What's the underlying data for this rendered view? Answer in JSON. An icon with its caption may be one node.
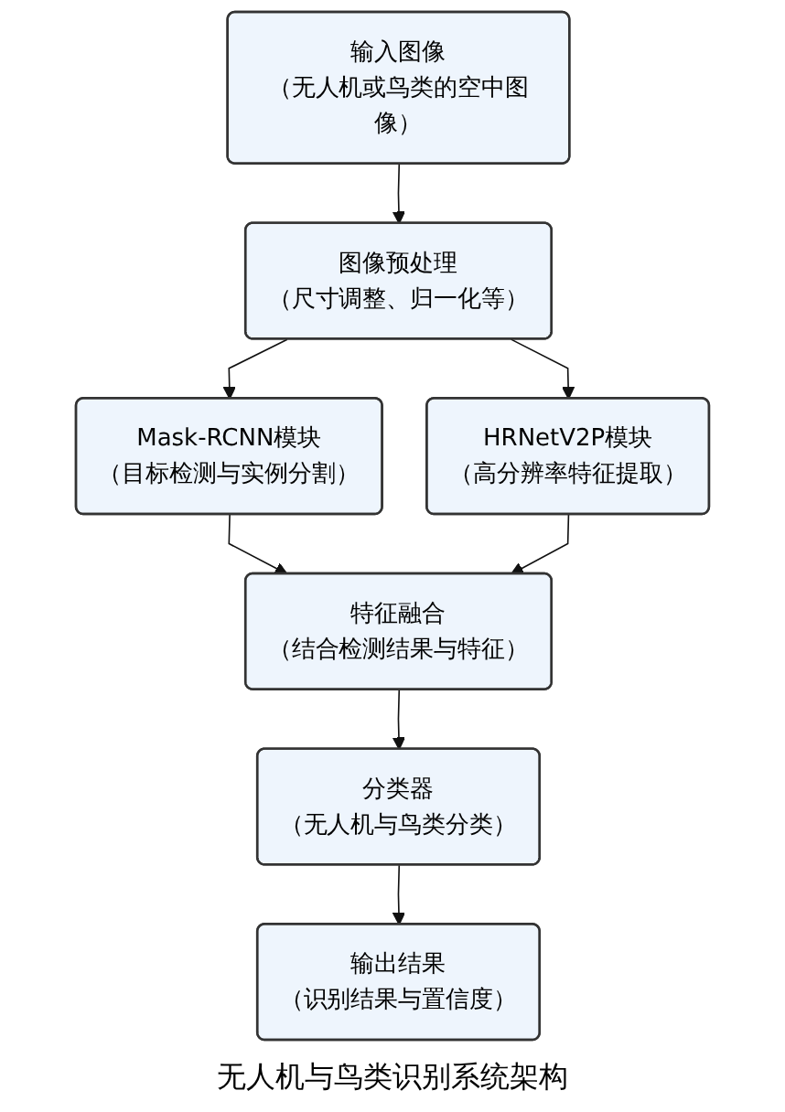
{
  "diagram": {
    "caption": "无人机与鸟类识别系统架构",
    "nodes": [
      {
        "text": [
          "输入图像",
          "（无人机或鸟类的空中图像）"
        ]
      },
      {
        "text": [
          "图像预处理",
          "（尺寸调整、归一化等）"
        ]
      },
      {
        "text": [
          "Mask-RCNN模块",
          "（目标检测与实例分割）"
        ]
      },
      {
        "text": [
          "HRNetV2P模块",
          "（高分辨率特征提取）"
        ]
      },
      {
        "text": [
          "特征融合",
          "（结合检测结果与特征）"
        ]
      },
      {
        "text": [
          "分类器",
          "（无人机与鸟类分类）"
        ]
      },
      {
        "text": [
          "输出结果",
          "（识别结果与置信度）"
        ]
      }
    ],
    "edges": [
      {
        "from": 0,
        "to": 1,
        "arrow": "to"
      },
      {
        "from": 1,
        "to": 2,
        "arrow": "to"
      },
      {
        "from": 1,
        "to": 3,
        "arrow": "to"
      },
      {
        "from": 2,
        "to": 4,
        "arrow": "to"
      },
      {
        "from": 3,
        "to": 4,
        "arrow": "to"
      },
      {
        "from": 4,
        "to": 5,
        "arrow": "to"
      },
      {
        "from": 5,
        "to": 6,
        "arrow": "to"
      }
    ]
  }
}
